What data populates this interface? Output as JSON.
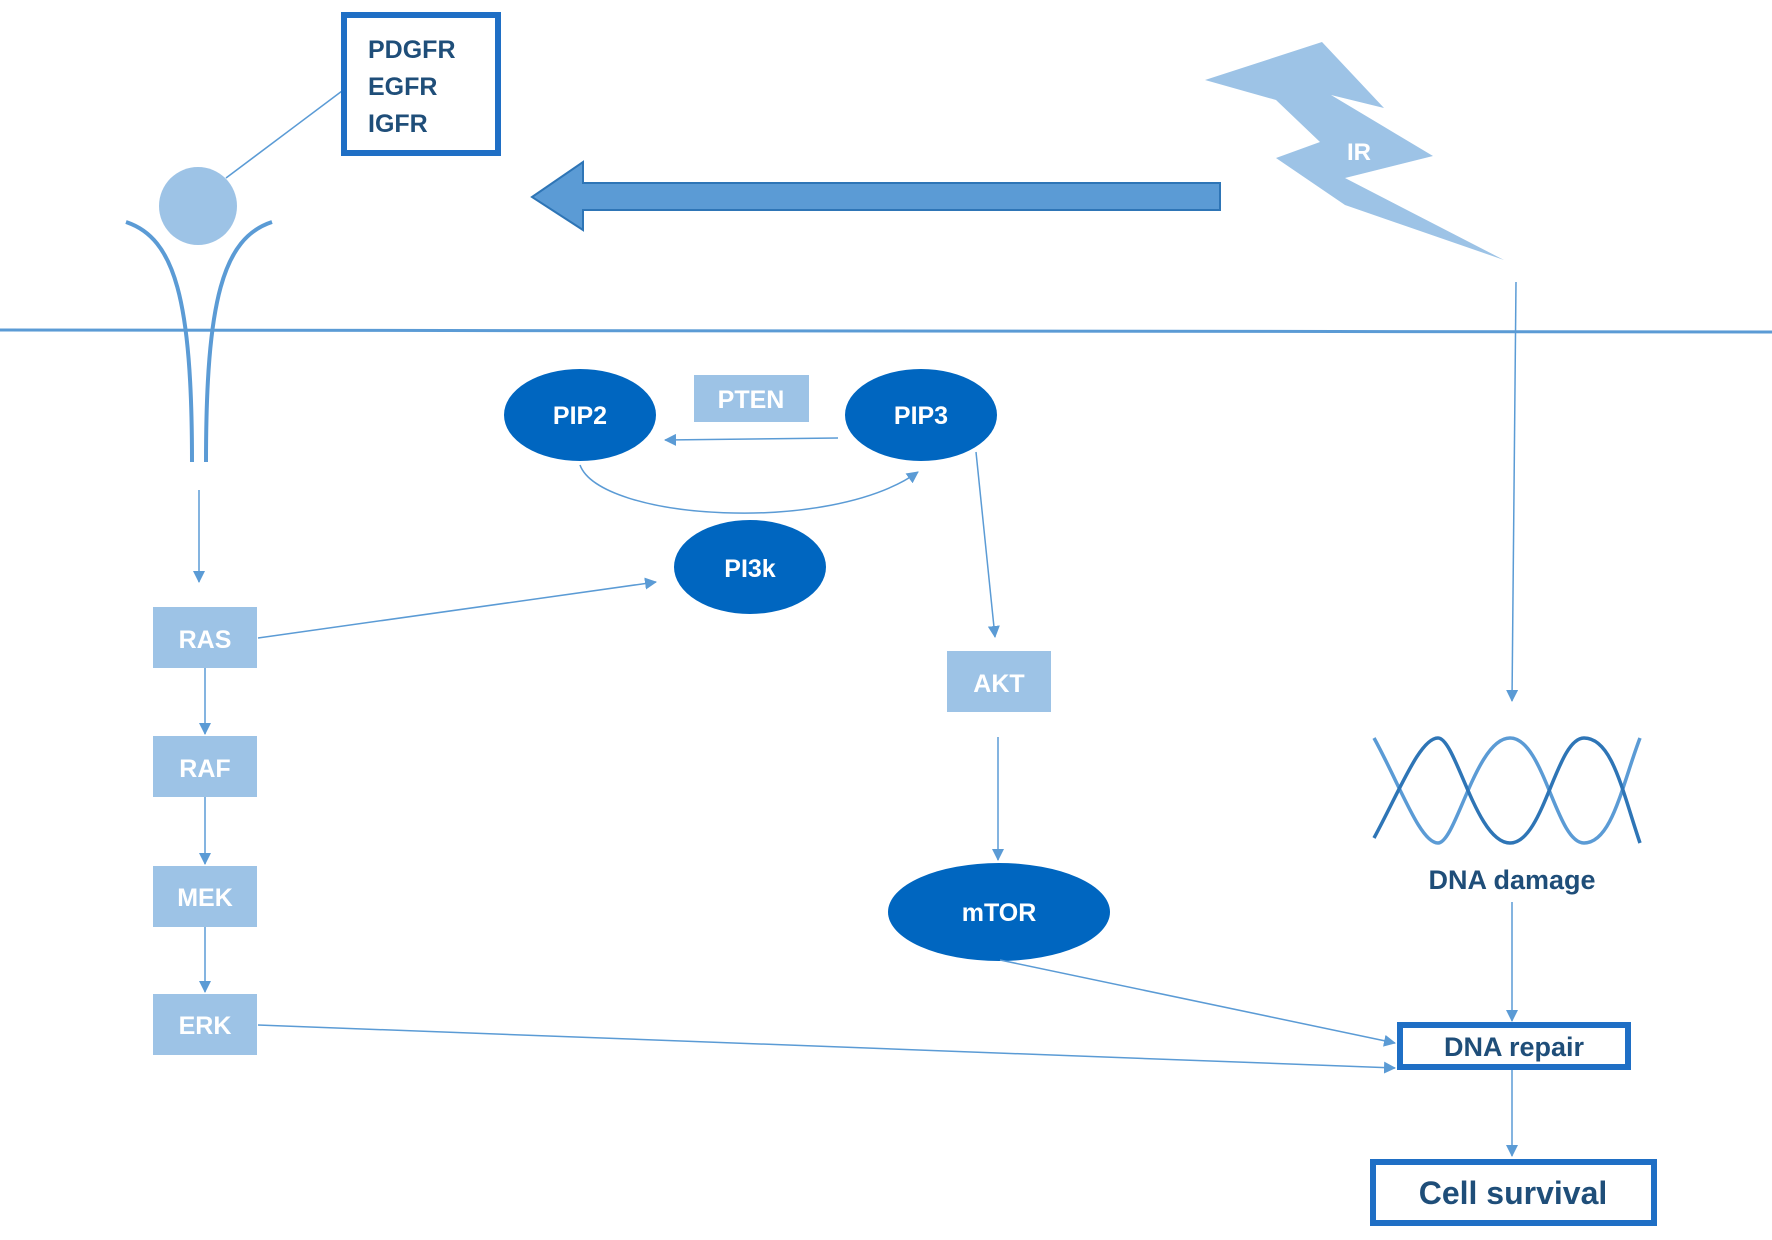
{
  "colors": {
    "dark_blue": "#0066c0",
    "light_blue": "#9dc3e6",
    "mid_blue": "#5b9bd5",
    "text_dark": "#1f4e79",
    "membrane": "#5b9bd5"
  },
  "receptor_box": {
    "lines": [
      "PDGFR",
      "EGFR",
      "IGFR"
    ]
  },
  "radiation": {
    "label": "IR"
  },
  "mapk": {
    "ras": "RAS",
    "raf": "RAF",
    "mek": "MEK",
    "erk": "ERK"
  },
  "pi3k_cycle": {
    "pip2": "PIP2",
    "pip3": "PIP3",
    "pten": "PTEN",
    "pi3k": "PI3k"
  },
  "akt_path": {
    "akt": "AKT",
    "mtor": "mTOR"
  },
  "dna": {
    "damage": "DNA damage",
    "repair": "DNA repair",
    "survival": "Cell survival"
  }
}
